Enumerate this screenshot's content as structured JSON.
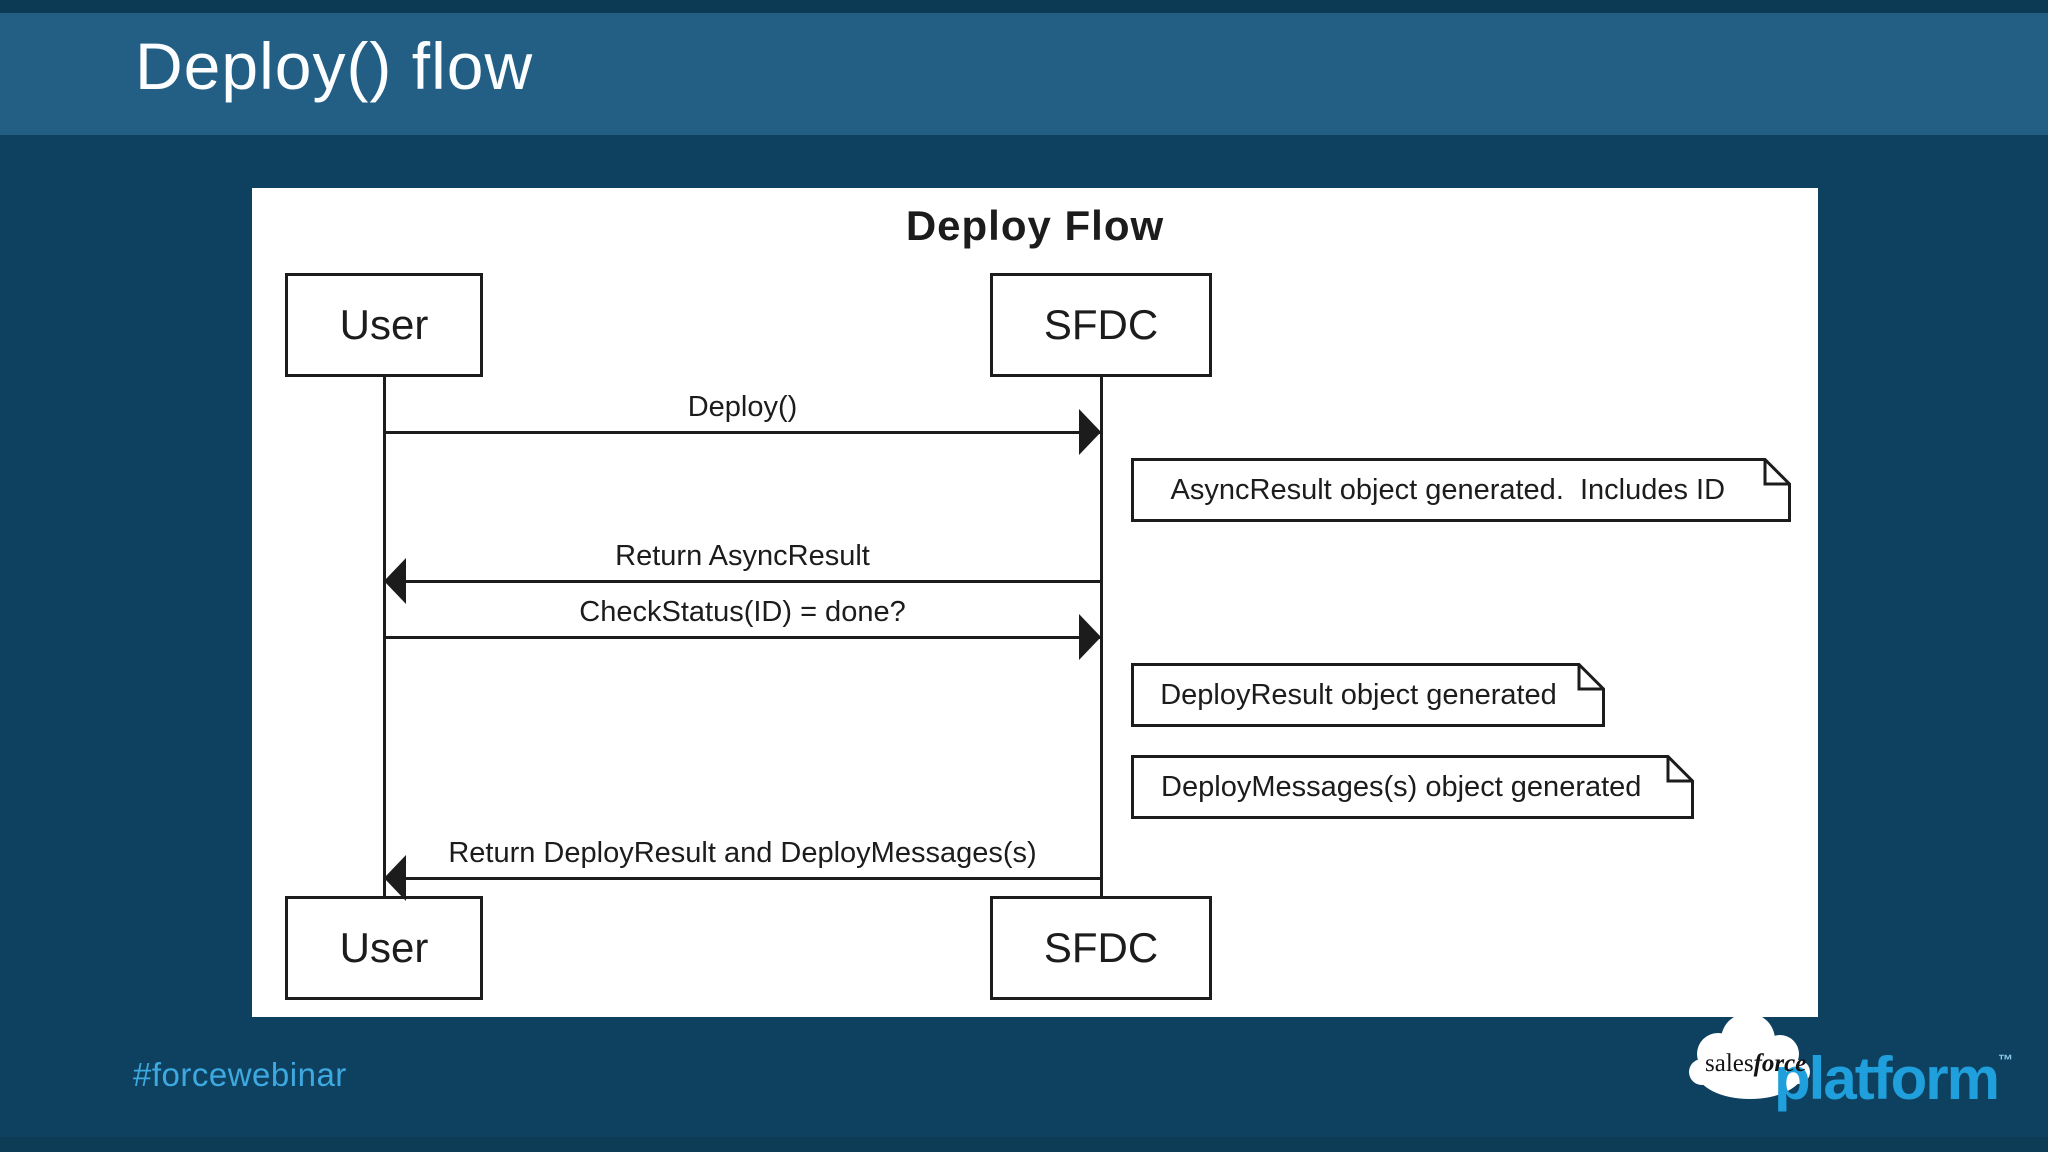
{
  "slide": {
    "title": "Deploy() flow"
  },
  "diagram": {
    "title": "Deploy Flow",
    "actors": {
      "left": "User",
      "right": "SFDC"
    },
    "messages": [
      {
        "label": "Deploy()",
        "from": "User",
        "to": "SFDC",
        "direction": "right"
      },
      {
        "label": "Return AsyncResult",
        "from": "SFDC",
        "to": "User",
        "direction": "left"
      },
      {
        "label": "CheckStatus(ID) = done?",
        "from": "User",
        "to": "SFDC",
        "direction": "right"
      },
      {
        "label": "Return DeployResult and DeployMessages(s)",
        "from": "SFDC",
        "to": "User",
        "direction": "left"
      }
    ],
    "notes": [
      {
        "text": "AsyncResult object generated.  Includes ID"
      },
      {
        "text": "DeployResult object generated"
      },
      {
        "text": "DeployMessages(s) object generated"
      }
    ]
  },
  "footer": {
    "hashtag": "#forcewebinar",
    "logo": {
      "brand_sales": "sales",
      "brand_force": "force",
      "product": "platform",
      "trademark": "™"
    }
  },
  "colors": {
    "header_band": "#235e85",
    "background": "#0e4160",
    "hashtag_blue": "#3da9e0",
    "platform_blue": "#1f9fdc",
    "diagram_ink": "#1c1c1c",
    "diagram_bg": "#ffffff"
  }
}
